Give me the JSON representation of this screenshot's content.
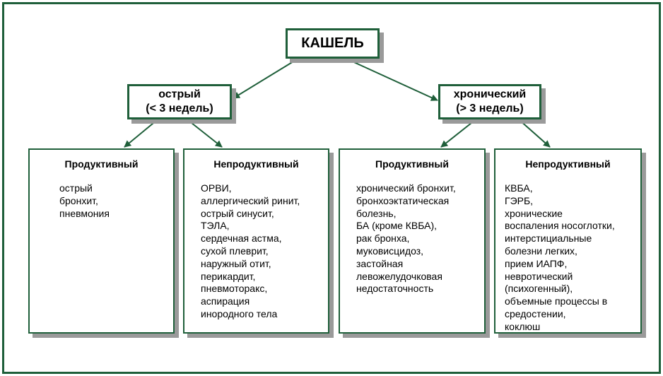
{
  "root": {
    "label": "КАШЕЛЬ"
  },
  "branches": [
    {
      "line1": "острый",
      "line2": "(< 3 недель)",
      "cards": [
        {
          "title": "Продуктивный",
          "items": [
            "острый",
            "бронхит,",
            "пневмония"
          ]
        },
        {
          "title": "Непродуктивный",
          "items": [
            "ОРВИ,",
            "аллергический ринит,",
            "острый синусит,",
            "ТЭЛА,",
            "сердечная астма,",
            "сухой плеврит,",
            "наружный отит,",
            "перикардит,",
            "пневмоторакс,",
            "аспирация",
            "инородного тела"
          ]
        }
      ]
    },
    {
      "line1": "хронический",
      "line2": "(> 3 недель)",
      "cards": [
        {
          "title": "Продуктивный",
          "items": [
            "хронический бронхит,",
            "бронхоэктатическая",
            "болезнь,",
            "БА (кроме КВБА),",
            "рак бронха,",
            "муковисцидоз,",
            "застойная",
            "левожелудочковая",
            "недостаточность"
          ]
        },
        {
          "title": "Непродуктивный",
          "items": [
            "КВБА,",
            "ГЭРБ,",
            "хронические",
            "воспаления носоглотки,",
            "интерстициальные",
            "болезни легких,",
            "прием ИАПФ,",
            "невротический",
            "(психогенный),",
            "объемные процессы в",
            "средостении,",
            "коклюш"
          ]
        }
      ]
    }
  ],
  "colors": {
    "border": "#1f5f3a",
    "shadow": "#9a9a9a",
    "text": "#000000"
  }
}
